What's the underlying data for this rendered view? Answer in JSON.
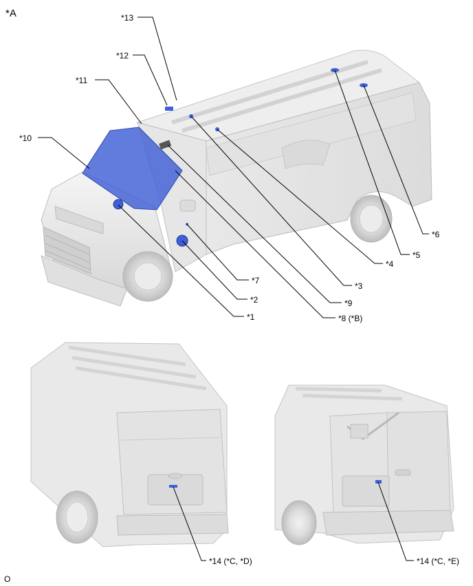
{
  "view_label": "*A",
  "callouts": {
    "c1": "*1",
    "c2": "*2",
    "c3": "*3",
    "c4": "*4",
    "c5": "*5",
    "c6": "*6",
    "c7": "*7",
    "c8": "*8 (*B)",
    "c9": "*9",
    "c10": "*10",
    "c11": "*11",
    "c12": "*12",
    "c13": "*13",
    "c14_left": "*14 (*C, *D)",
    "c14_right": "*14 (*C, *E)"
  },
  "footer_code": "O",
  "colors": {
    "highlight": "#3f5fd6",
    "body": "#e4e4e4",
    "outline": "#b9b9b9"
  }
}
